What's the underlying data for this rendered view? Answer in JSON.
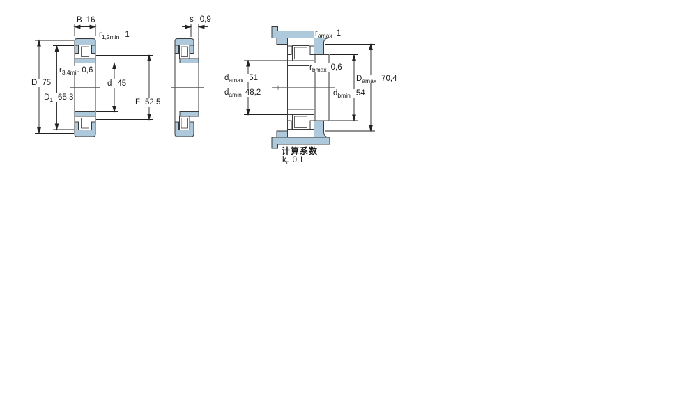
{
  "figure": {
    "type": "bearing-dimension-drawing",
    "factors_heading": "计算系数",
    "colors": {
      "steel_fill": "#aec9dc",
      "outline": "#3a3a3a",
      "dimension": "#222222",
      "background": "#ffffff"
    },
    "views": {
      "left": "bearing cross-section with boundary dimensions",
      "middle": "bearing side section with axial displacement s",
      "right": "mounted bearing with shaft and housing abutments"
    },
    "dims": {
      "b": {
        "sym": "B",
        "sub": "",
        "val": "16"
      },
      "r12": {
        "sym": "r",
        "sub": "1,2min",
        "val": "1"
      },
      "r34": {
        "sym": "r",
        "sub": "3,4min",
        "val": "0,6"
      },
      "d": {
        "sym": "d",
        "sub": "",
        "val": "45"
      },
      "D": {
        "sym": "D",
        "sub": "",
        "val": "75"
      },
      "D1": {
        "sym": "D",
        "sub": "1",
        "val": "65,3"
      },
      "F": {
        "sym": "F",
        "sub": "",
        "val": "52,5"
      },
      "s": {
        "sym": "s",
        "sub": "",
        "val": "0,9"
      },
      "ramax": {
        "sym": "r",
        "sub": "amax",
        "val": "1"
      },
      "rbmax": {
        "sym": "r",
        "sub": "bmax",
        "val": "0,6"
      },
      "damax": {
        "sym": "d",
        "sub": "amax",
        "val": "51"
      },
      "damin": {
        "sym": "d",
        "sub": "amin",
        "val": "48,2"
      },
      "dbmin": {
        "sym": "d",
        "sub": "bmin",
        "val": "54"
      },
      "Damax": {
        "sym": "D",
        "sub": "amax",
        "val": "70,4"
      },
      "kr": {
        "sym": "k",
        "sub": "r",
        "val": "0,1"
      }
    }
  }
}
